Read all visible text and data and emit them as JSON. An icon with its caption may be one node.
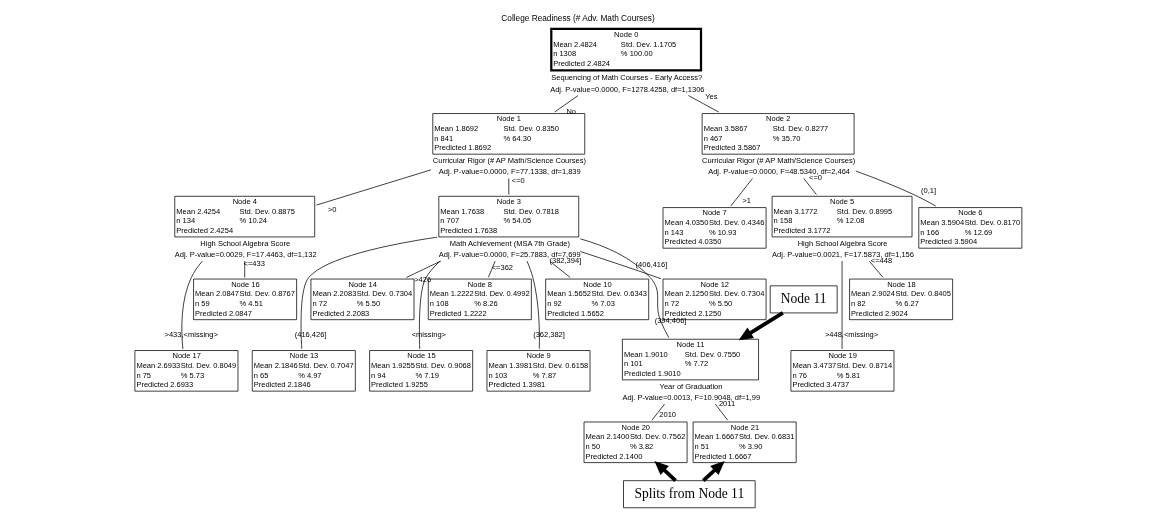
{
  "diagram": {
    "title": "College Readiness (# Adv. Math Courses)",
    "nodes": [
      {
        "text": [
          "Node 0",
          "Mean 2.4824",
          "Std. Dev. 1.1705",
          "n 1308",
          "% 100.00",
          "Predicted 2.4824"
        ],
        "beside": [
          "Sequencing of Math Courses - Early Access?",
          "Adj. P-value=0.0000, F=1278.4258, df=1,1306"
        ]
      },
      {
        "text": [
          "Node 1",
          "Mean 1.8692",
          "Std. Dev. 0.8350",
          "n 841",
          "% 64.30",
          "Predicted 1.8692"
        ],
        "beside": [
          "Curricular Rigor (# AP Math/Science Courses)",
          "Adj. P-value=0.0000, F=77.1338, df=1,839"
        ]
      },
      {
        "text": [
          "Node 2",
          "Mean 3.5867",
          "Std. Dev. 0.8277",
          "n 467",
          "% 35.70",
          "Predicted 3.5867"
        ],
        "beside": [
          "Curricular Rigor (# AP Math/Science Courses)",
          "Adj. P-value=0.0000, F=48.5340, df=2,464"
        ]
      },
      {
        "text": [
          "Node 3",
          "Mean 1.7638",
          "Std. Dev. 0.7818",
          "n 707",
          "% 54.05",
          "Predicted 1.7638"
        ],
        "beside": [
          "Math Achievement (MSA 7th Grade)",
          "Adj. P-value=0.0000, F=25.7883, df=7,699"
        ]
      },
      {
        "text": [
          "Node 4",
          "Mean 2.4254",
          "Std. Dev. 0.8875",
          "n 134",
          "% 10.24",
          "Predicted 2.4254"
        ],
        "beside": [
          "High School Algebra Score",
          "Adj. P-value=0.0029, F=17.4463, df=1,132"
        ]
      },
      {
        "text": [
          "Node 5",
          "Mean 3.1772",
          "Std. Dev. 0.8995",
          "n 158",
          "% 12.08",
          "Predicted 3.1772"
        ],
        "beside": [
          "High School Algebra Score",
          "Adj. P-value=0.0021, F=17.5873, df=1,156"
        ]
      },
      {
        "text": [
          "Node 6",
          "Mean 3.5904",
          "Std. Dev. 0.8170",
          "n 166",
          "% 12.69",
          "Predicted 3.5904"
        ]
      },
      {
        "text": [
          "Node 7",
          "Mean 4.0350",
          "Std. Dev. 0.4346",
          "n 143",
          "% 10.93",
          "Predicted 4.0350"
        ]
      },
      {
        "text": [
          "Node 8",
          "Mean 1.2222",
          "Std. Dev. 0.4992",
          "n 108",
          "% 8.26",
          "Predicted 1.2222"
        ]
      },
      {
        "text": [
          "Node 9",
          "Mean 1.3981",
          "Std. Dev. 0.6158",
          "n 103",
          "% 7.87",
          "Predicted 1.3981"
        ]
      },
      {
        "text": [
          "Node 10",
          "Mean 1.5652",
          "Std. Dev. 0.6343",
          "n 92",
          "% 7.03",
          "Predicted 1.5652"
        ]
      },
      {
        "text": [
          "Node 11",
          "Mean 1.9010",
          "Std. Dev. 0.7550",
          "n 101",
          "% 7.72",
          "Predicted 1.9010"
        ],
        "beside": [
          "Year of Graduation",
          "Adj. P-value=0.0013, F=10.9048, df=1,99"
        ]
      },
      {
        "text": [
          "Node 12",
          "Mean 2.1250",
          "Std. Dev. 0.7304",
          "n 72",
          "% 5.50",
          "Predicted 2.1250"
        ]
      },
      {
        "text": [
          "Node 13",
          "Mean 2.1846",
          "Std. Dev. 0.7047",
          "n 65",
          "% 4.97",
          "Predicted 2.1846"
        ]
      },
      {
        "text": [
          "Node 14",
          "Mean 2.2083",
          "Std. Dev. 0.7304",
          "n 72",
          "% 5.50",
          "Predicted 2.2083"
        ]
      },
      {
        "text": [
          "Node 15",
          "Mean 1.9255",
          "Std. Dev. 0.9068",
          "n 94",
          "% 7.19",
          "Predicted 1.9255"
        ]
      },
      {
        "text": [
          "Node 16",
          "Mean 2.0847",
          "Std. Dev. 0.8767",
          "n 59",
          "% 4.51",
          "Predicted 2.0847"
        ]
      },
      {
        "text": [
          "Node 17",
          "Mean 2.6933",
          "Std. Dev. 0.8049",
          "n 75",
          "% 5.73",
          "Predicted 2.6933"
        ]
      },
      {
        "text": [
          "Node 18",
          "Mean 2.9024",
          "Std. Dev. 0.8405",
          "n 82",
          "% 6.27",
          "Predicted 2.9024"
        ]
      },
      {
        "text": [
          "Node 19",
          "Mean 3.4737",
          "Std. Dev. 0.8714",
          "n 76",
          "% 5.81",
          "Predicted 3.4737"
        ]
      },
      {
        "text": [
          "Node 20",
          "Mean 2.1400",
          "Std. Dev. 0.7562",
          "n 50",
          "% 3.82",
          "Predicted 2.1400"
        ]
      },
      {
        "text": [
          "Node 21",
          "Mean 1.6667",
          "Std. Dev. 0.6831",
          "n 51",
          "% 3.90",
          "Predicted 1.6667"
        ]
      },
      {
        "text": [
          "Node 11"
        ]
      },
      {
        "text": [
          "Splits from Node 11"
        ]
      }
    ],
    "edges": [
      {
        "from": 0,
        "to": 1,
        "arrow": "none",
        "label": "No"
      },
      {
        "from": 0,
        "to": 2,
        "arrow": "none",
        "label": "Yes"
      },
      {
        "from": 1,
        "to": 3,
        "arrow": "none",
        "label": "<=0"
      },
      {
        "from": 1,
        "to": 4,
        "arrow": "none",
        "label": ">0"
      },
      {
        "from": 2,
        "to": 5,
        "arrow": "none",
        "label": "<=0"
      },
      {
        "from": 2,
        "to": 6,
        "arrow": "none",
        "label": "(0,1]"
      },
      {
        "from": 2,
        "to": 7,
        "arrow": "none",
        "label": ">1"
      },
      {
        "from": 3,
        "to": 8,
        "arrow": "none",
        "label": "<=362"
      },
      {
        "from": 3,
        "to": 9,
        "arrow": "none",
        "label": "(362,382]"
      },
      {
        "from": 3,
        "to": 10,
        "arrow": "none",
        "label": "(382,394]"
      },
      {
        "from": 3,
        "to": 11,
        "arrow": "none",
        "label": "(394,406]"
      },
      {
        "from": 3,
        "to": 12,
        "arrow": "none",
        "label": "(406,416]"
      },
      {
        "from": 3,
        "to": 13,
        "arrow": "none",
        "label": "(416,426]"
      },
      {
        "from": 3,
        "to": 14,
        "arrow": "none",
        "label": ">426"
      },
      {
        "from": 3,
        "to": 15,
        "arrow": "none",
        "label": "<missing>"
      },
      {
        "from": 4,
        "to": 16,
        "arrow": "none",
        "label": "<=433"
      },
      {
        "from": 4,
        "to": 17,
        "arrow": "none",
        "label": ">433,<missing>"
      },
      {
        "from": 5,
        "to": 18,
        "arrow": "none",
        "label": "<=448"
      },
      {
        "from": 5,
        "to": 19,
        "arrow": "none",
        "label": ">448,<missing>"
      },
      {
        "from": 11,
        "to": 20,
        "arrow": "none",
        "label": "2010"
      },
      {
        "from": 11,
        "to": 21,
        "arrow": "none",
        "label": "2011"
      },
      {
        "from": 22,
        "to": 11,
        "arrow": "to",
        "style": "thick"
      },
      {
        "from": 23,
        "to": 20,
        "arrow": "to",
        "style": "thick"
      },
      {
        "from": 23,
        "to": 21,
        "arrow": "to",
        "style": "thick"
      }
    ]
  }
}
